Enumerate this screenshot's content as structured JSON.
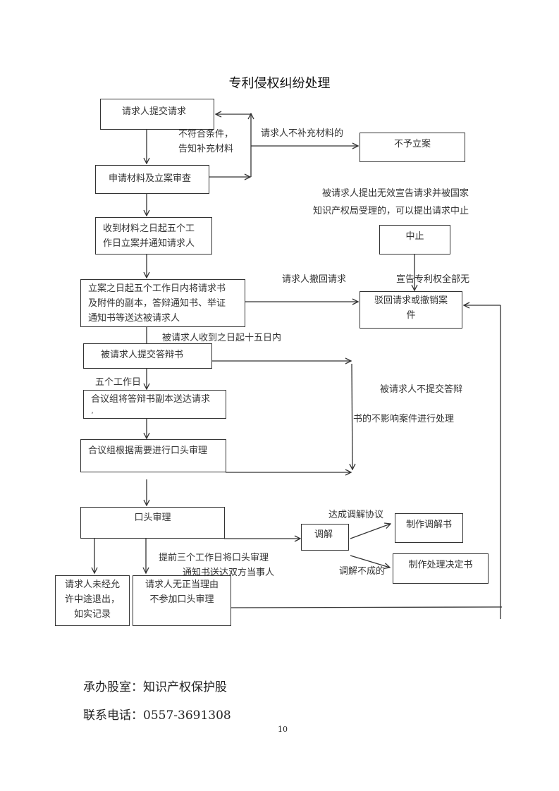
{
  "title": "专利侵权纠纷处理",
  "nodes": {
    "submit": "请求人提交请求",
    "review": "申请材料及立案审查",
    "register": [
      "收到材料之日起五个工",
      "作日立案并通知请求人"
    ],
    "deliver": [
      "立案之日起五个工作日内将请求书",
      "及附件的副本，答辩通知书、举证",
      "通知书等送达被请求人"
    ],
    "defense": "被请求人提交答辩书",
    "forward": [
      "合议组将答辩书副本送达请求",
      "，"
    ],
    "oral_need": "合议组根据需要进行口头审理",
    "oral": "口头审理",
    "withdraw_mid": [
      "请求人未经允",
      "许中途退出，",
      "如实记录"
    ],
    "absent": [
      "请求人无正当理由",
      "不参加口头审理"
    ],
    "reject": "不予立案",
    "suspend": "中止",
    "dismiss": [
      "驳回请求或撤销案",
      "件"
    ],
    "mediate": "调解",
    "mediation_doc": "制作调解书",
    "decision_doc": "制作处理决定书"
  },
  "labels": {
    "not_qualified": [
      "不符合条件，",
      "告知补充材料"
    ],
    "no_supplement": "请求人不补充材料的",
    "invalidation": [
      "被请求人提出无效宣告请求并被国家",
      "知识产权局受理的，可以提出请求中止"
    ],
    "withdraw": "请求人撤回请求",
    "declared_invalid": "宣告专利权全部无",
    "within_15_days": "被请求人收到之日起十五日内",
    "five_days": "五个工作日",
    "no_defense": [
      "被请求人不提交答辩",
      "书的不影响案件进行处理"
    ],
    "agreement": "达成调解协议",
    "notice_3_days": [
      "提前三个工作日将口头审理",
      "通知书送达双方当事人"
    ],
    "mediation_failed": "调解不成的"
  },
  "footer": {
    "office": "承办股室：知识产权保护股",
    "phone": "联系电话：0557-3691308",
    "page": "10"
  }
}
